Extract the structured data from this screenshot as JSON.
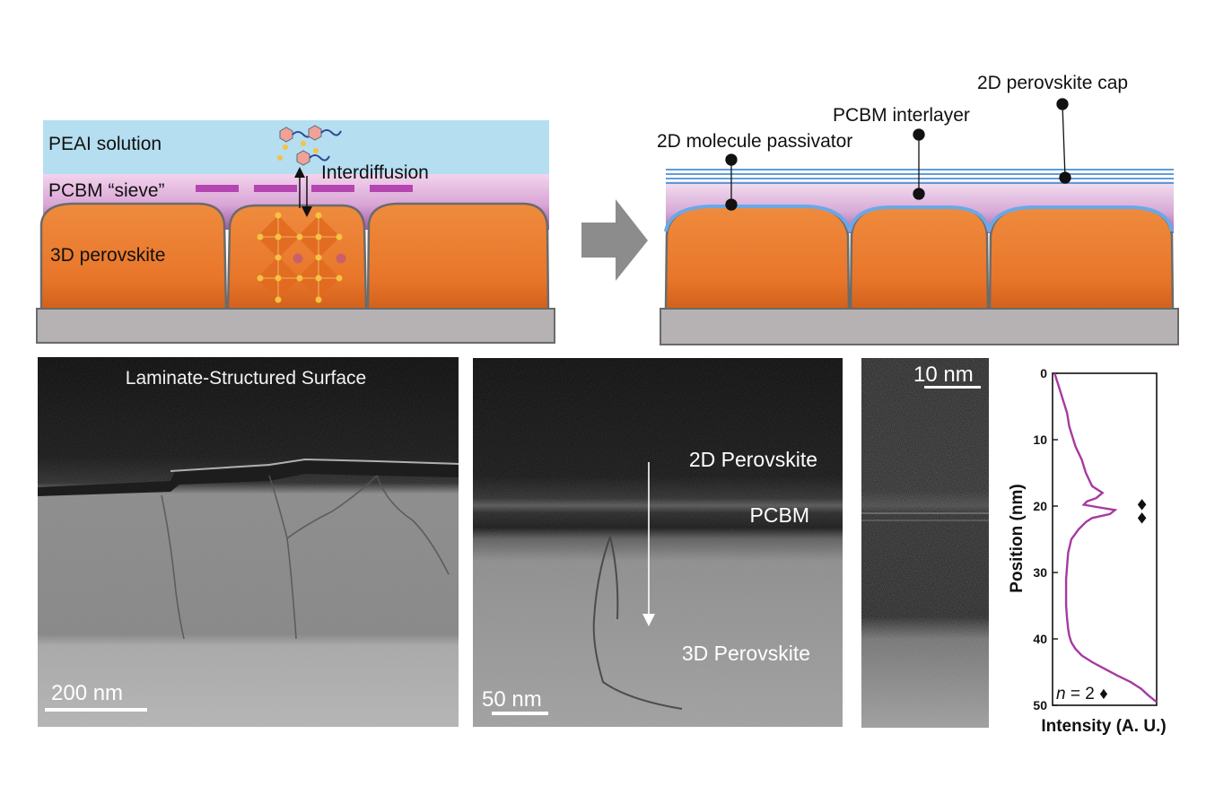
{
  "left_panel": {
    "solution_label": "PEAI solution",
    "sieve_label": "PCBM “sieve”",
    "perovskite_label": "3D perovskite",
    "interdiffusion_label": "Interdiffusion"
  },
  "right_panel": {
    "cap_label": "2D perovskite cap",
    "interlayer_label": "PCBM interlayer",
    "passivator_label": "2D molecule passivator"
  },
  "micrograph_1": {
    "title": "Laminate-Structured Surface",
    "scale_label": "200 nm"
  },
  "micrograph_2": {
    "label_top": "2D Perovskite",
    "label_mid": "PCBM",
    "label_bottom": "3D Perovskite",
    "scale_label": "50 nm"
  },
  "micrograph_3": {
    "scale_label": "10 nm"
  },
  "chart_data": {
    "type": "line",
    "xlabel": "Intensity (A. U.)",
    "ylabel": "Position (nm)",
    "ylim": [
      0,
      50
    ],
    "yticks": [
      "0",
      "10",
      "20",
      "30",
      "40",
      "50"
    ],
    "grid": false,
    "annotation_n": "n",
    "annotation_eq": " = 2 ",
    "annotation_marker": "♦",
    "peak_markers": [
      "♦",
      "♦"
    ],
    "peak_positions": [
      19.8,
      21.8
    ],
    "series": [
      {
        "color": "#a63aa0",
        "x": [
          0.02,
          0.04,
          0.06,
          0.08,
          0.1,
          0.12,
          0.14,
          0.15,
          0.16,
          0.18,
          0.2,
          0.22,
          0.25,
          0.28,
          0.3,
          0.32,
          0.35,
          0.38,
          0.48,
          0.42,
          0.33,
          0.3,
          0.45,
          0.6,
          0.55,
          0.38,
          0.32,
          0.25,
          0.18,
          0.15,
          0.14,
          0.13,
          0.13,
          0.13,
          0.14,
          0.15,
          0.16,
          0.18,
          0.22,
          0.28,
          0.38,
          0.5,
          0.62,
          0.75,
          0.85,
          0.92,
          1.0
        ],
        "y": [
          0,
          1,
          2,
          3,
          4,
          5,
          6,
          7,
          8,
          9,
          10,
          11,
          12,
          13,
          14,
          15,
          16,
          17,
          18,
          18.8,
          19.3,
          19.8,
          20.2,
          20.6,
          21.2,
          21.8,
          22.4,
          23.5,
          25,
          27,
          29,
          31,
          33,
          35,
          37,
          38.5,
          39.5,
          40.5,
          41.5,
          42.5,
          43.5,
          44.5,
          45.5,
          46.5,
          47.5,
          48.5,
          49.5
        ]
      }
    ]
  }
}
